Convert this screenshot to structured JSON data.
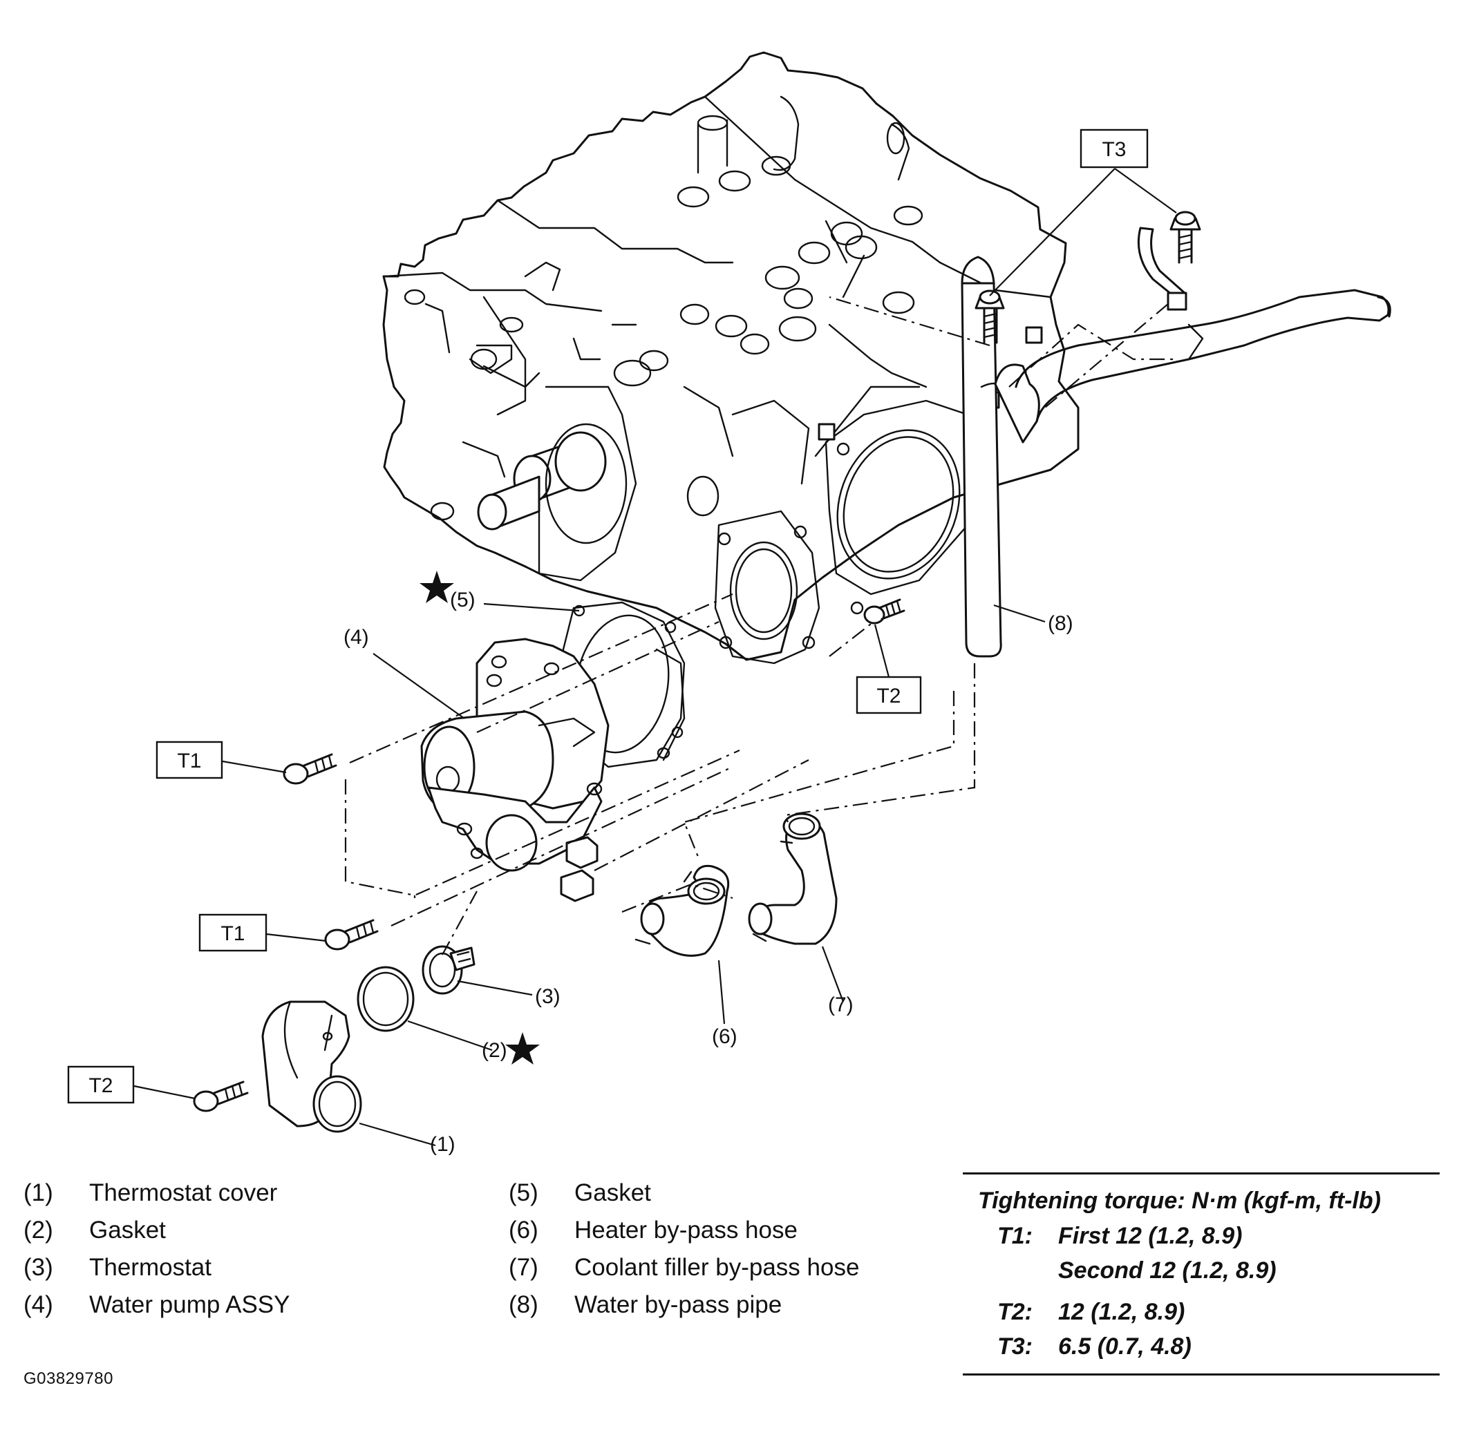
{
  "callouts": {
    "c1": "(1)",
    "c2": "(2)",
    "c3": "(3)",
    "c4": "(4)",
    "c5": "(5)",
    "c6": "(6)",
    "c7": "(7)",
    "c8": "(8)"
  },
  "torque_tags": {
    "t1_upper": "T1",
    "t1_lower": "T1",
    "t2_bolt_block": "T2",
    "t2_cover": "T2",
    "t3": "T3"
  },
  "legend": {
    "left": [
      {
        "num": "(1)",
        "label": "Thermostat cover"
      },
      {
        "num": "(2)",
        "label": "Gasket"
      },
      {
        "num": "(3)",
        "label": "Thermostat"
      },
      {
        "num": "(4)",
        "label": "Water pump ASSY"
      }
    ],
    "right": [
      {
        "num": "(5)",
        "label": "Gasket"
      },
      {
        "num": "(6)",
        "label": "Heater by-pass hose"
      },
      {
        "num": "(7)",
        "label": "Coolant filler by-pass hose"
      },
      {
        "num": "(8)",
        "label": "Water by-pass pipe"
      }
    ]
  },
  "torque_spec": {
    "title": "Tightening torque: N·m (kgf-m, ft-lb)",
    "t1_id": "T1:",
    "t1_first": "First 12 (1.2, 8.9)",
    "t1_second": "Second 12 (1.2, 8.9)",
    "t2_id": "T2:",
    "t2_value": "12 (1.2, 8.9)",
    "t3_id": "T3:",
    "t3_value": "6.5 (0.7, 4.8)"
  },
  "figure_id": "G03829780"
}
